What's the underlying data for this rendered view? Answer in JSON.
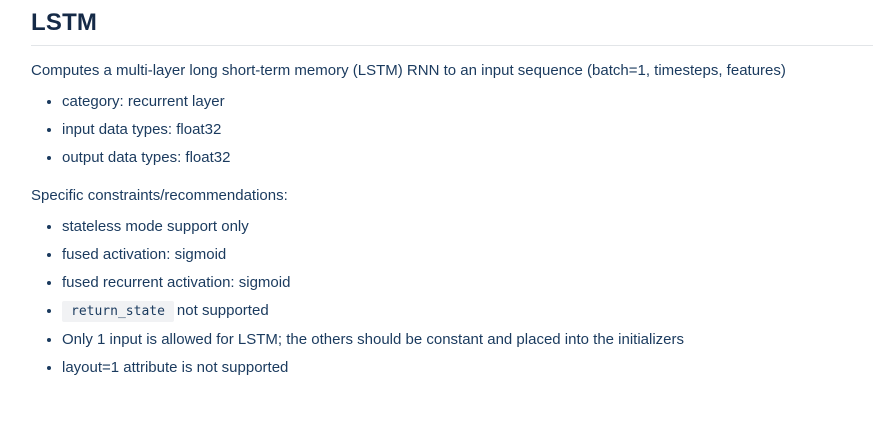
{
  "colors": {
    "heading_text": "#152a47",
    "body_text": "#1a3a5e",
    "rule": "#e2e5e8",
    "code_background": "#f1f2f4"
  },
  "doc": {
    "title": "LSTM",
    "intro": "Computes a multi-layer long short-term memory (LSTM) RNN to an input sequence (batch=1, timesteps, features)",
    "properties": [
      "category: recurrent layer",
      "input data types: float32",
      "output data types: float32"
    ],
    "constraints_heading": "Specific constraints/recommendations:",
    "constraints": [
      "stateless mode support only",
      "fused activation: sigmoid",
      "fused recurrent activation: sigmoid",
      {
        "code": "return_state",
        "text": "not supported"
      },
      "Only 1 input is allowed for LSTM; the others should be constant and placed into the initializers",
      "layout=1 attribute is not supported"
    ]
  }
}
